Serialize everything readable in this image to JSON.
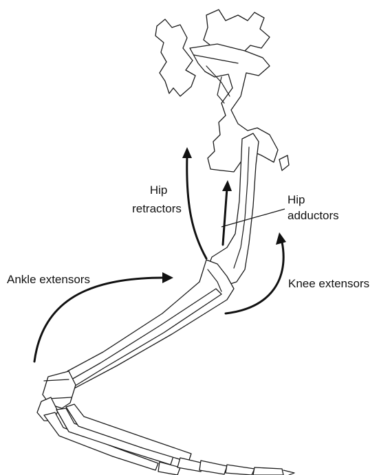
{
  "labels": {
    "hip_retractors": [
      "Hip",
      "retractors"
    ],
    "hip_adductors": [
      "Hip",
      "adductors"
    ],
    "ankle_extensors": "Ankle extensors",
    "knee_extensors": "Knee extensors"
  },
  "colors": {
    "ink": "#111111",
    "background": "#ffffff"
  }
}
